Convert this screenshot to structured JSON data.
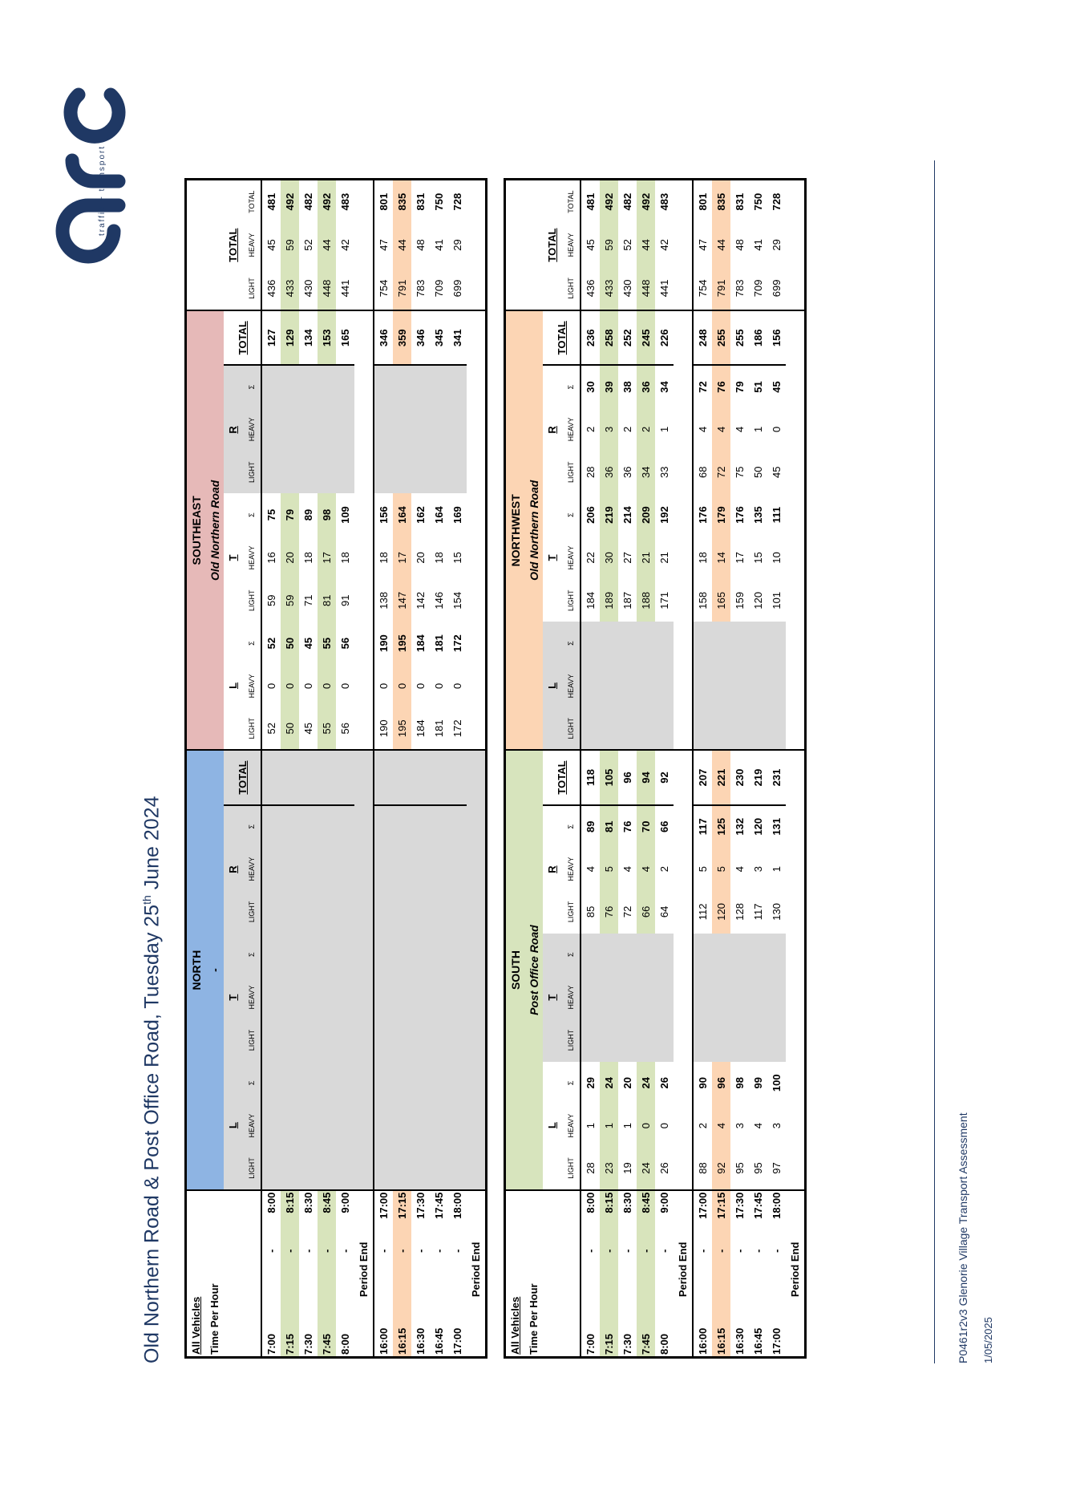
{
  "title": {
    "main": "Old Northern Road & Post Office Road, Tuesday 25",
    "sup": "th",
    "rest": " June 2024"
  },
  "logo": {
    "word": "arc",
    "tagline": "traffic + transport"
  },
  "footer": {
    "doc": "P0461r2v3 Glenorie Village Transport Assessment",
    "date": "1/05/2025"
  },
  "labels": {
    "all_vehicles": "All Vehicles",
    "time_per_hour": "Time Per Hour",
    "period_end": "Period End",
    "light": "LIGHT",
    "heavy": "HEAVY",
    "sigma": "Σ",
    "total": "TOTAL",
    "L": "L",
    "T": "T",
    "R": "R",
    "dash": "-"
  },
  "colors": {
    "north": "#8eb4e3",
    "southeast": "#e6b9b8",
    "south": "#d7e4bd",
    "northwest": "#fcd5b4",
    "am_peak": "#d8e4bc",
    "pm_peak": "#fcd5b4",
    "grey": "#d9d9d9"
  },
  "times": [
    {
      "from": "7:00",
      "to": "8:00"
    },
    {
      "from": "7:15",
      "to": "8:15"
    },
    {
      "from": "7:30",
      "to": "8:30"
    },
    {
      "from": "7:45",
      "to": "8:45"
    },
    {
      "from": "8:00",
      "to": "9:00"
    },
    {
      "from": "16:00",
      "to": "17:00"
    },
    {
      "from": "16:15",
      "to": "17:15"
    },
    {
      "from": "16:30",
      "to": "17:30"
    },
    {
      "from": "16:45",
      "to": "17:45"
    },
    {
      "from": "17:00",
      "to": "18:00"
    }
  ],
  "table1": {
    "dir1": {
      "name": "NORTH",
      "road": "-"
    },
    "dir2": {
      "name": "SOUTHEAST",
      "road": "Old Northern Road"
    },
    "rows": [
      {
        "d1": [
          "",
          "",
          "",
          "",
          "",
          "",
          "",
          "",
          "",
          "",
          ""
        ],
        "d2": [
          "52",
          "0",
          "52",
          "59",
          "16",
          "75",
          "",
          "",
          "",
          "127"
        ],
        "tot": [
          "436",
          "45",
          "481"
        ]
      },
      {
        "d1": [
          "",
          "",
          "",
          "",
          "",
          "",
          "",
          "",
          "",
          "",
          ""
        ],
        "d2": [
          "50",
          "0",
          "50",
          "59",
          "20",
          "79",
          "",
          "",
          "",
          "129"
        ],
        "tot": [
          "433",
          "59",
          "492"
        ]
      },
      {
        "d1": [
          "",
          "",
          "",
          "",
          "",
          "",
          "",
          "",
          "",
          "",
          ""
        ],
        "d2": [
          "45",
          "0",
          "45",
          "71",
          "18",
          "89",
          "",
          "",
          "",
          "134"
        ],
        "tot": [
          "430",
          "52",
          "482"
        ]
      },
      {
        "d1": [
          "",
          "",
          "",
          "",
          "",
          "",
          "",
          "",
          "",
          "",
          ""
        ],
        "d2": [
          "55",
          "0",
          "55",
          "81",
          "17",
          "98",
          "",
          "",
          "",
          "153"
        ],
        "tot": [
          "448",
          "44",
          "492"
        ]
      },
      {
        "d1": [
          "",
          "",
          "",
          "",
          "",
          "",
          "",
          "",
          "",
          "",
          ""
        ],
        "d2": [
          "56",
          "0",
          "56",
          "91",
          "18",
          "109",
          "",
          "",
          "",
          "165"
        ],
        "tot": [
          "441",
          "42",
          "483"
        ]
      },
      {
        "d1": [
          "",
          "",
          "",
          "",
          "",
          "",
          "",
          "",
          "",
          "",
          ""
        ],
        "d2": [
          "190",
          "0",
          "190",
          "138",
          "18",
          "156",
          "",
          "",
          "",
          "346"
        ],
        "tot": [
          "754",
          "47",
          "801"
        ]
      },
      {
        "d1": [
          "",
          "",
          "",
          "",
          "",
          "",
          "",
          "",
          "",
          "",
          ""
        ],
        "d2": [
          "195",
          "0",
          "195",
          "147",
          "17",
          "164",
          "",
          "",
          "",
          "359"
        ],
        "tot": [
          "791",
          "44",
          "835"
        ]
      },
      {
        "d1": [
          "",
          "",
          "",
          "",
          "",
          "",
          "",
          "",
          "",
          "",
          ""
        ],
        "d2": [
          "184",
          "0",
          "184",
          "142",
          "20",
          "162",
          "",
          "",
          "",
          "346"
        ],
        "tot": [
          "783",
          "48",
          "831"
        ]
      },
      {
        "d1": [
          "",
          "",
          "",
          "",
          "",
          "",
          "",
          "",
          "",
          "",
          ""
        ],
        "d2": [
          "181",
          "0",
          "181",
          "146",
          "18",
          "164",
          "",
          "",
          "",
          "345"
        ],
        "tot": [
          "709",
          "41",
          "750"
        ]
      },
      {
        "d1": [
          "",
          "",
          "",
          "",
          "",
          "",
          "",
          "",
          "",
          "",
          ""
        ],
        "d2": [
          "172",
          "0",
          "172",
          "154",
          "15",
          "169",
          "",
          "",
          "",
          "341"
        ],
        "tot": [
          "699",
          "29",
          "728"
        ]
      }
    ]
  },
  "table2": {
    "dir1": {
      "name": "SOUTH",
      "road": "Post Office Road"
    },
    "dir2": {
      "name": "NORTHWEST",
      "road": "Old Northern Road"
    },
    "rows": [
      {
        "d1": [
          "28",
          "1",
          "29",
          "",
          "",
          "",
          "85",
          "4",
          "89",
          "118"
        ],
        "d2": [
          "",
          "",
          "",
          "184",
          "22",
          "206",
          "28",
          "2",
          "30",
          "236"
        ],
        "tot": [
          "436",
          "45",
          "481"
        ]
      },
      {
        "d1": [
          "23",
          "1",
          "24",
          "",
          "",
          "",
          "76",
          "5",
          "81",
          "105"
        ],
        "d2": [
          "",
          "",
          "",
          "189",
          "30",
          "219",
          "36",
          "3",
          "39",
          "258"
        ],
        "tot": [
          "433",
          "59",
          "492"
        ]
      },
      {
        "d1": [
          "19",
          "1",
          "20",
          "",
          "",
          "",
          "72",
          "4",
          "76",
          "96"
        ],
        "d2": [
          "",
          "",
          "",
          "187",
          "27",
          "214",
          "36",
          "2",
          "38",
          "252"
        ],
        "tot": [
          "430",
          "52",
          "482"
        ]
      },
      {
        "d1": [
          "24",
          "0",
          "24",
          "",
          "",
          "",
          "66",
          "4",
          "70",
          "94"
        ],
        "d2": [
          "",
          "",
          "",
          "188",
          "21",
          "209",
          "34",
          "2",
          "36",
          "245"
        ],
        "tot": [
          "448",
          "44",
          "492"
        ]
      },
      {
        "d1": [
          "26",
          "0",
          "26",
          "",
          "",
          "",
          "64",
          "2",
          "66",
          "92"
        ],
        "d2": [
          "",
          "",
          "",
          "171",
          "21",
          "192",
          "33",
          "1",
          "34",
          "226"
        ],
        "tot": [
          "441",
          "42",
          "483"
        ]
      },
      {
        "d1": [
          "88",
          "2",
          "90",
          "",
          "",
          "",
          "112",
          "5",
          "117",
          "207"
        ],
        "d2": [
          "",
          "",
          "",
          "158",
          "18",
          "176",
          "68",
          "4",
          "72",
          "248"
        ],
        "tot": [
          "754",
          "47",
          "801"
        ]
      },
      {
        "d1": [
          "92",
          "4",
          "96",
          "",
          "",
          "",
          "120",
          "5",
          "125",
          "221"
        ],
        "d2": [
          "",
          "",
          "",
          "165",
          "14",
          "179",
          "72",
          "4",
          "76",
          "255"
        ],
        "tot": [
          "791",
          "44",
          "835"
        ]
      },
      {
        "d1": [
          "95",
          "3",
          "98",
          "",
          "",
          "",
          "128",
          "4",
          "132",
          "230"
        ],
        "d2": [
          "",
          "",
          "",
          "159",
          "17",
          "176",
          "75",
          "4",
          "79",
          "255"
        ],
        "tot": [
          "783",
          "48",
          "831"
        ]
      },
      {
        "d1": [
          "95",
          "4",
          "99",
          "",
          "",
          "",
          "117",
          "3",
          "120",
          "219"
        ],
        "d2": [
          "",
          "",
          "",
          "120",
          "15",
          "135",
          "50",
          "1",
          "51",
          "186"
        ],
        "tot": [
          "709",
          "41",
          "750"
        ]
      },
      {
        "d1": [
          "97",
          "3",
          "100",
          "",
          "",
          "",
          "130",
          "1",
          "131",
          "231"
        ],
        "d2": [
          "",
          "",
          "",
          "101",
          "10",
          "111",
          "45",
          "0",
          "45",
          "156"
        ],
        "tot": [
          "699",
          "29",
          "728"
        ]
      }
    ]
  }
}
